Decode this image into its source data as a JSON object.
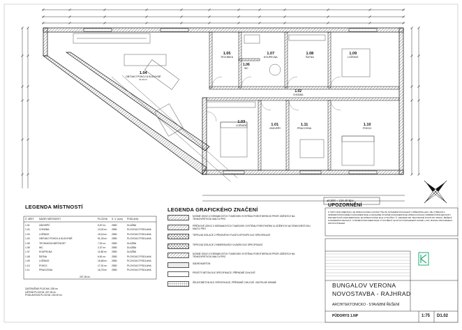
{
  "plan": {
    "rooms": [
      {
        "id": "r104",
        "number": "1.04",
        "name": "OBÝVACÍ POKOJ A KUCHYNĚ",
        "area": "91,33 m²"
      },
      {
        "id": "r105",
        "number": "1.05",
        "name": "TECHNIKA",
        "area": ""
      },
      {
        "id": "r106",
        "number": "1.06",
        "name": "WC",
        "area": ""
      },
      {
        "id": "r107",
        "number": "1.07",
        "name": "KOUPELNA",
        "area": ""
      },
      {
        "id": "r108",
        "number": "1.08",
        "name": "ŠATNA",
        "area": ""
      },
      {
        "id": "r109",
        "number": "1.09",
        "name": "LOŽNICE",
        "area": ""
      },
      {
        "id": "r102",
        "number": "1.02",
        "name": "CHODBA",
        "area": ""
      },
      {
        "id": "r103",
        "number": "1.03",
        "name": "LOŽNICE",
        "area": ""
      },
      {
        "id": "r101",
        "number": "1.01",
        "name": "ZÁDVEŘÍ",
        "area": ""
      },
      {
        "id": "r111",
        "number": "1.11",
        "name": "PRACOVNA",
        "area": ""
      },
      {
        "id": "r110",
        "number": "1.10",
        "name": "POKOJ",
        "area": ""
      }
    ],
    "level_note": "±0,000 = 219,40 Bpv",
    "north": "N"
  },
  "legend_rooms": {
    "title": "LEGENDA MÍSTNOSTÍ",
    "headers": [
      "Č. MÍST.",
      "NÁZEV MÍSTNOSTI",
      "PLOCHA",
      "S. V. (mm)",
      "PODLAHA"
    ],
    "rows": [
      [
        "1.01",
        "ZÁDVEŘÍ",
        "9,57 m²",
        "2550",
        "DLAŽBA"
      ],
      [
        "1.02",
        "CHODBA",
        "13,02 m²",
        "2550",
        "PLOVOUCÍ PODLAHA"
      ],
      [
        "1.03",
        "LOŽNICE",
        "15,16 m²",
        "2550",
        "PLOVOUCÍ PODLAHA"
      ],
      [
        "1.04",
        "OBÝVACÍ POKOJ A KUCHYNĚ",
        "91,33 m²",
        "2550",
        "PLOVOUCÍ PODLAHA"
      ],
      [
        "1.05",
        "TECHNICKÁ MÍSTNOST",
        "7,91 m²",
        "2550",
        "DLAŽBA"
      ],
      [
        "1.06",
        "WC",
        "2,37 m²",
        "2550",
        "DLAŽBA"
      ],
      [
        "1.07",
        "KOUPELNA",
        "11,85 m²",
        "2550",
        "DLAŽBA"
      ],
      [
        "1.08",
        "ŠATNA",
        "6,61 m²",
        "2550",
        "PLOVOUCÍ PODLAHA"
      ],
      [
        "1.09",
        "LOŽNICE",
        "15,68 m²",
        "2550",
        "PLOVOUCÍ PODLAHA"
      ],
      [
        "1.10",
        "POKOJ",
        "17,01 m²",
        "2550",
        "PLOVOUCÍ PODLAHA"
      ],
      [
        "1.11",
        "PRACOVNA",
        "16,75 m²",
        "2550",
        "PLOVOUCÍ PODLAHA"
      ]
    ],
    "total": "207,26 m²",
    "summary": [
      "ZASTAVĚNÁ PLOCHA: 238 m²",
      "UŽITNÁ PLOCHA: 207,26 m²",
      "PODLAHOVÁ PLOCHA: 192,00 m²"
    ]
  },
  "legend_graphic": {
    "title": "LEGENDA GRAFICKÉHO ZNAČENÍ",
    "items": [
      {
        "pattern": "diag",
        "text": "NOSNÉ ZDIVO Z KERAMICKÝCH TVAROVEK SYSTÉMU POROTHERM 30 PROFI ZDĚNÝCH NA TENKOVRSTVOU MALTU PRO"
      },
      {
        "pattern": "diag",
        "text": "PŘÍČKOVÉ ZDIVO Z KERAMICKÝCH TVAROVEK SYSTÉMU POROTHERM 14 ZDĚNÝCH NA TENKOVRSTVOU MALTU PRO"
      },
      {
        "pattern": "cross",
        "text": "TEPELNÁ IZOLACE Z PĚNOVÉHO PLASTU EPS/XPS DLE SPECIFIKACE"
      },
      {
        "pattern": "wave",
        "text": "TEPELNÁ IZOLACE Z MINERÁLNÍCH VLÁKEN DLE SPECIFIKACE"
      },
      {
        "pattern": "diag",
        "text": "NOSNÉ ZDIVO Z KERAMICKÝCH TVAROVEK SYSTÉMU POROTHERM 25 PROFI ZDĚNÝCH NA TENKOVRSTVOU MALTU PRO"
      },
      {
        "pattern": "dot",
        "text": "SÁDROKARTON"
      },
      {
        "pattern": "blank",
        "text": "PROSTÝ BETON DLE SPECIFIKACE, PŘÍPADNĚ CIHLOVÉ"
      },
      {
        "pattern": "grid",
        "text": "ŽELEZOBETON DLE SPECIFIKACE, PŘÍPADNĚ CIHLOVÉ, VIDITELNÉ KRABIE"
      }
    ]
  },
  "warning": {
    "title": "UPOZORNĚNÍ",
    "text": "K TÉTO DOKUMENTACI JE ZPRACOVÁNA A POSKYTNUTA STAVEBNÍ POVOLENÍ V PŘEDPOKLADU, ŽE VYBRANÍ A ODBORNÍ PROVÁDĚCÍ DOKUMENTACE A NÁVAZNÉ STUPNĚ DOKUMENTACE ZPRACOVÁVAJÍ ODBORNÍ PROJEKTANTI. PROJEKTOVÁ DOKUMENTACE JE ZPRACOVÁNA DLE VYHLÁŠKY Č. 499/2006 SB. TECHNICKÉ POSTUPY PRACÍ, ŘEŠENÍ STAVEBNÍCH DETAILŮ, VÝROBNÍ DOKUMENTACE VYSTUŽENÍ, SILNÝCH PROVEDENÍ STAVBY, ATD. BUDOU PROVEDENY ZHOTOVITELEM."
  },
  "title_block": {
    "project": "BUNGALOV VERONA",
    "location": "NOVOSTAVBA - RAJHRAD",
    "part": "ARCHITEKTONICKO - STAVEBNÍ ŘEŠENÍ",
    "drawing": "PŮDORYS 1.NP",
    "scale": "1:75",
    "sheet": "D1.02"
  }
}
